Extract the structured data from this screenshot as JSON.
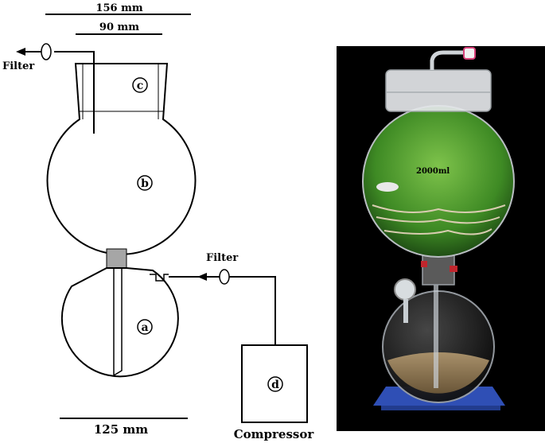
{
  "figure": {
    "dimensions": {
      "top_width": "156 mm",
      "neck_width": "90 mm",
      "bottom_width": "125 mm"
    },
    "labels": {
      "filter_top": "Filter",
      "filter_right": "Filter",
      "compressor": "Compressor"
    },
    "parts": {
      "a": "a",
      "b": "b",
      "c": "c",
      "d": "d"
    }
  },
  "photo": {
    "flask_marking": "2000ml"
  }
}
